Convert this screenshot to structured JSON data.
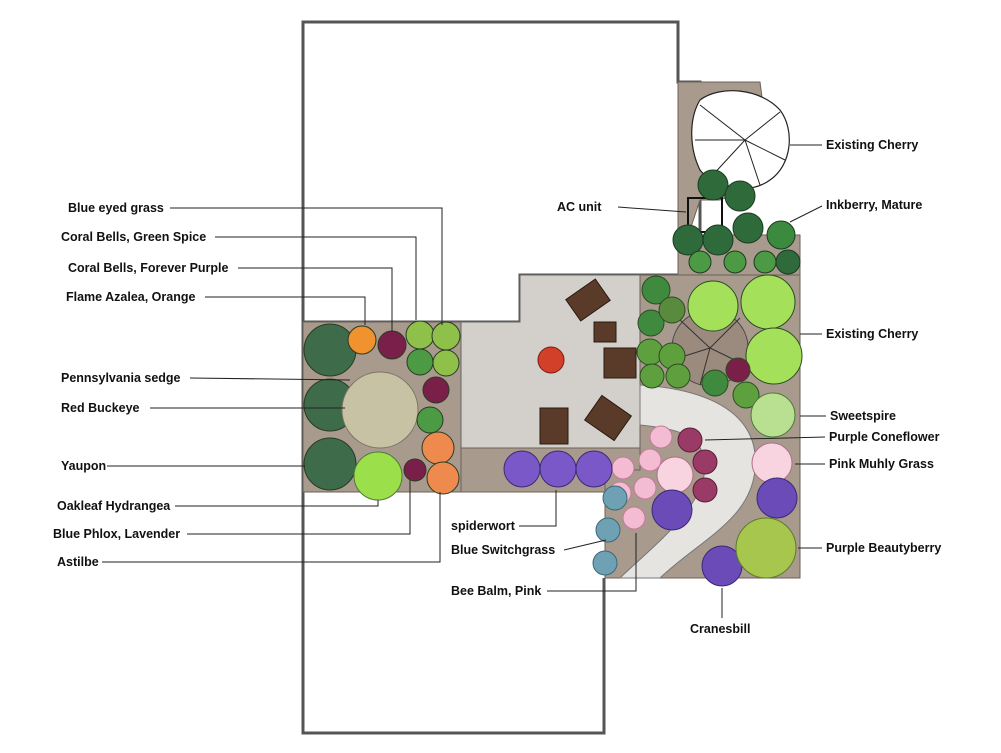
{
  "labels": {
    "existing_cherry_top": "Existing Cherry",
    "ac_unit": "AC unit",
    "inkberry": "Inkberry, Mature",
    "blue_eyed_grass": "Blue eyed grass",
    "coral_green_spice": "Coral Bells, Green Spice",
    "coral_forever_purple": "Coral Bells, Forever Purple",
    "flame_azalea": "Flame Azalea, Orange",
    "existing_cherry_mid": "Existing Cherry",
    "pennsylvania_sedge": "Pennsylvania sedge",
    "red_buckeye": "Red Buckeye",
    "sweetspire": "Sweetspire",
    "purple_coneflower": "Purple Coneflower",
    "yaupon": "Yaupon",
    "pink_muhly": "Pink Muhly Grass",
    "oakleaf_hydrangea": "Oakleaf Hydrangea",
    "blue_phlox": "Blue Phlox, Lavender",
    "spiderwort": "spiderwort",
    "blue_switchgrass": "Blue Switchgrass",
    "purple_beautyberry": "Purple Beautyberry",
    "astilbe": "Astilbe",
    "bee_balm": "Bee Balm, Pink",
    "cranesbill": "Cranesbill"
  },
  "colors": {
    "bed": "#a89a8d",
    "patio": "#d3d0cc",
    "path": "#e6e4e1",
    "yaupon": "#3e6b4a",
    "buckeye": "#c7c2a4",
    "hydrangea_light": "#9be04a",
    "coral_purple": "#7a1f4a",
    "coral_green": "#8fc04a",
    "azalea": "#f0922e",
    "astilbe": "#ef8a4f",
    "switchgrass": "#7a58c8",
    "coneflower": "#9a3a66",
    "muhly": "#f2b6cc",
    "beebalm": "#f5b8d2",
    "spiderwort": "#6fa1b4",
    "cranesbill": "#6a4bb8",
    "beautyberry": "#a7c64e",
    "sweetspire": "#9ad56c",
    "inkberry": "#2f7a3a",
    "fire_pit": "#d3402a"
  }
}
